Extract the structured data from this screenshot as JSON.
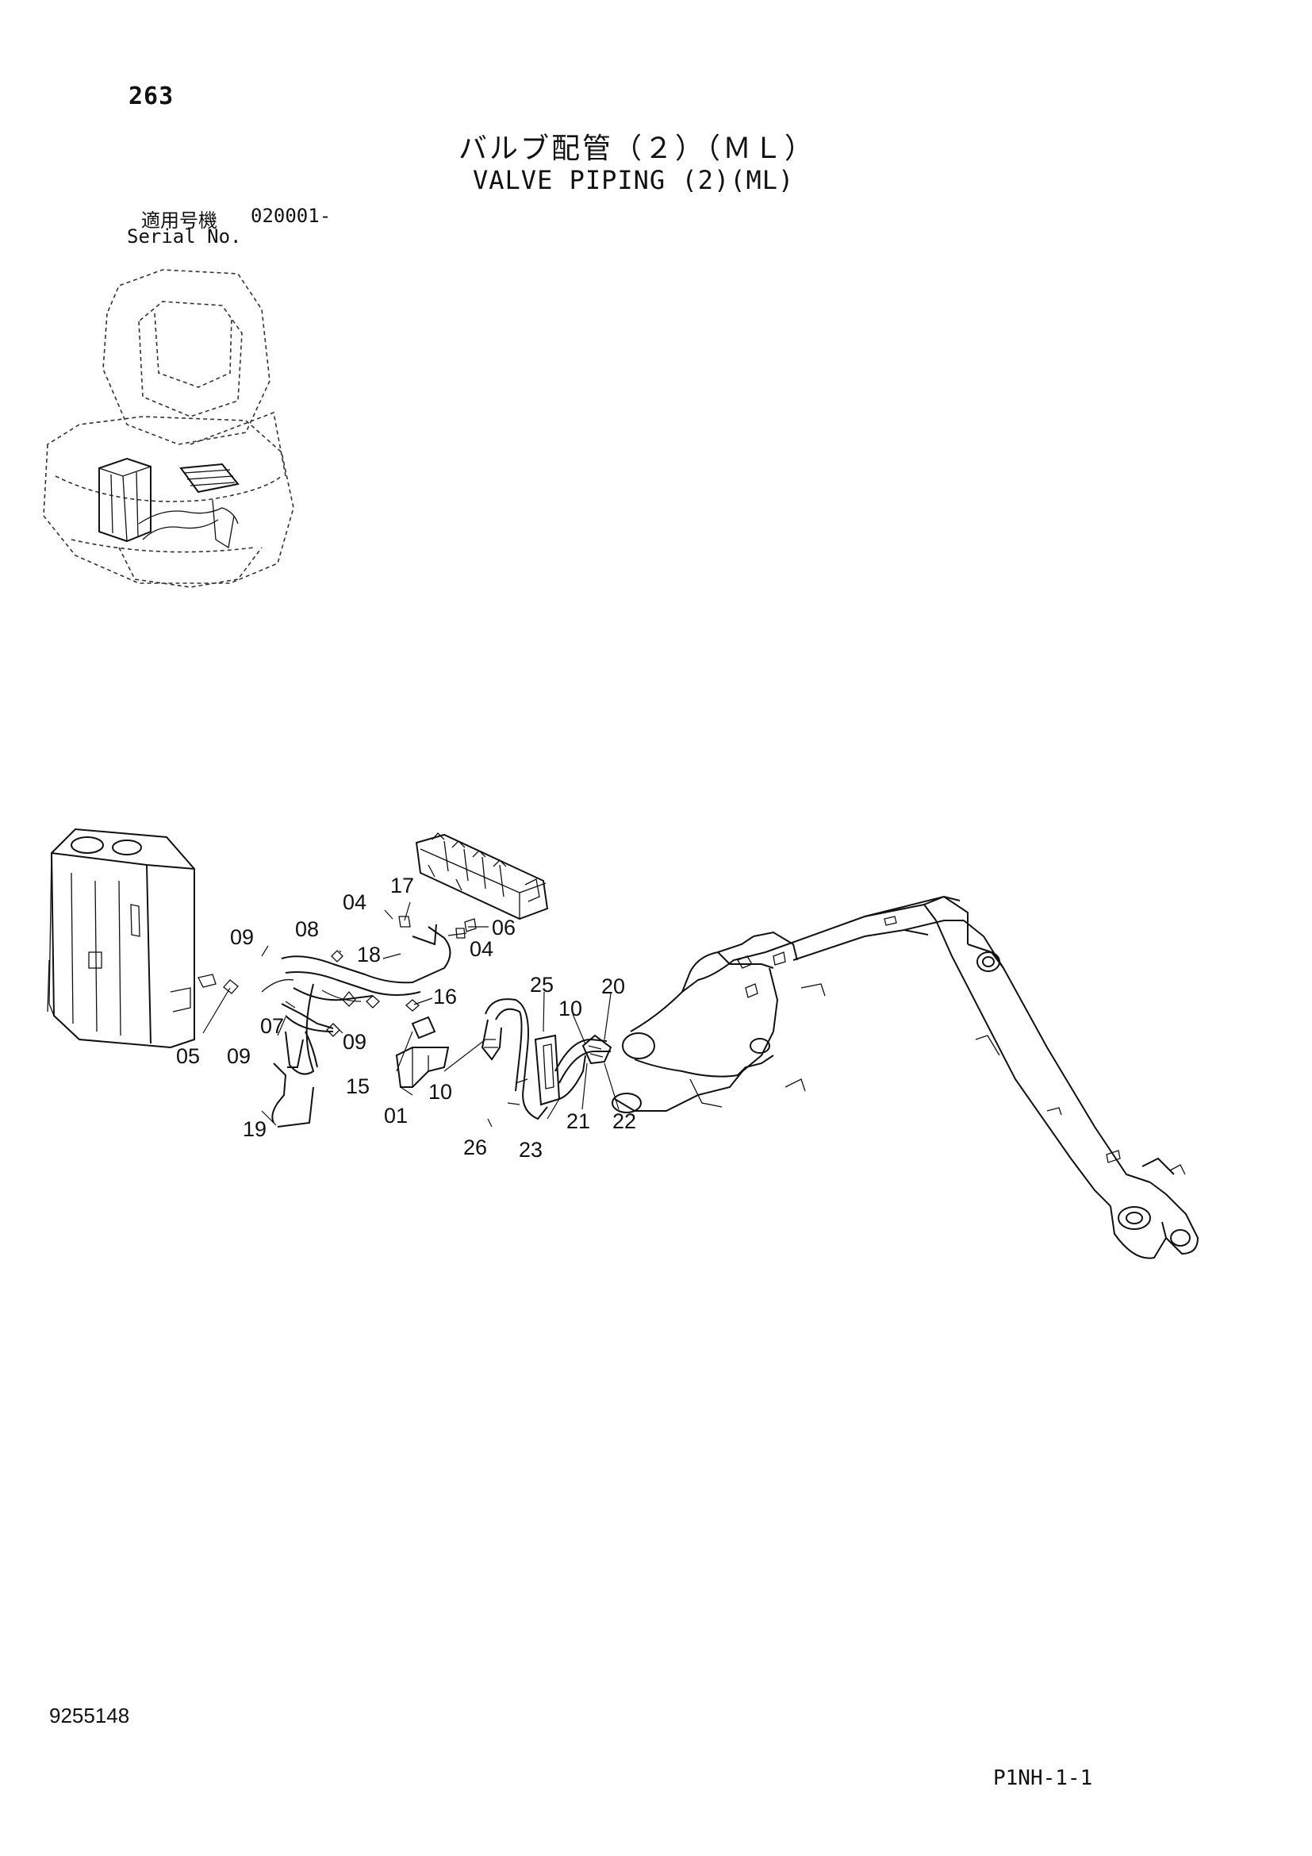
{
  "header": {
    "page_number": "263",
    "title_jp": "バルブ配管（２）（ＭＬ）",
    "title_en": "VALVE PIPING (2)(ML)",
    "serial_label_jp": "適用号機",
    "serial_range": "020001-",
    "serial_label_en": "Serial No."
  },
  "diagram": {
    "callouts": [
      "04",
      "17",
      "09",
      "08",
      "06",
      "18",
      "04",
      "16",
      "25",
      "20",
      "10",
      "07",
      "05",
      "09",
      "09",
      "15",
      "10",
      "21",
      "22",
      "01",
      "19",
      "26",
      "23"
    ]
  },
  "footer": {
    "document_number": "9255148",
    "page_code": "P1NH-1-1"
  },
  "icons": {
    "overview": "excavator-overview-icon",
    "main": "valve-piping-exploded-diagram"
  }
}
